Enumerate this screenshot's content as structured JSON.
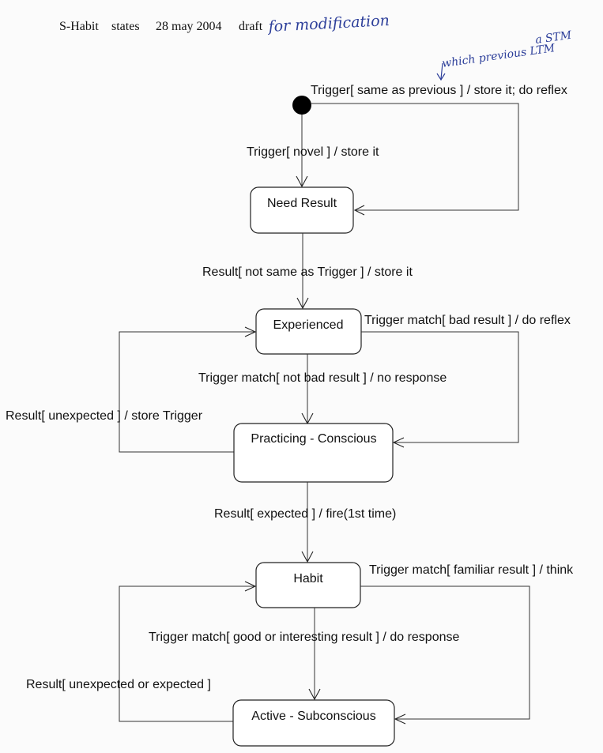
{
  "header": {
    "title": "S-Habit",
    "subtitle": "states",
    "date": "28 may 2004",
    "status": "draft",
    "handwritten_note": "for modification"
  },
  "annotation": {
    "line1": "a STM",
    "line2": "which previous LTM",
    "color": "#2d3f9a"
  },
  "states": {
    "need_result": "Need Result",
    "experienced": "Experienced",
    "practicing": "Practicing - Conscious",
    "habit": "Habit",
    "active": "Active - Subconscious"
  },
  "transitions": {
    "self_loop": "Trigger[ same as previous ] / store it; do reflex",
    "initial": "Trigger[ novel ] / store it",
    "need_to_experienced": "Result[ not same as Trigger ] / store it",
    "experienced_bad": "Trigger match[ bad result ] / do reflex",
    "experienced_not_bad": "Trigger match[ not bad result ] / no response",
    "practicing_unexpected": "Result[ unexpected ] / store Trigger",
    "practicing_expected": "Result[ expected ] / fire(1st time)",
    "habit_familiar": "Trigger match[ familiar result ] / think",
    "habit_good": "Trigger match[ good or interesting result ] / do response",
    "active_result": "Result[ unexpected or expected ]"
  }
}
